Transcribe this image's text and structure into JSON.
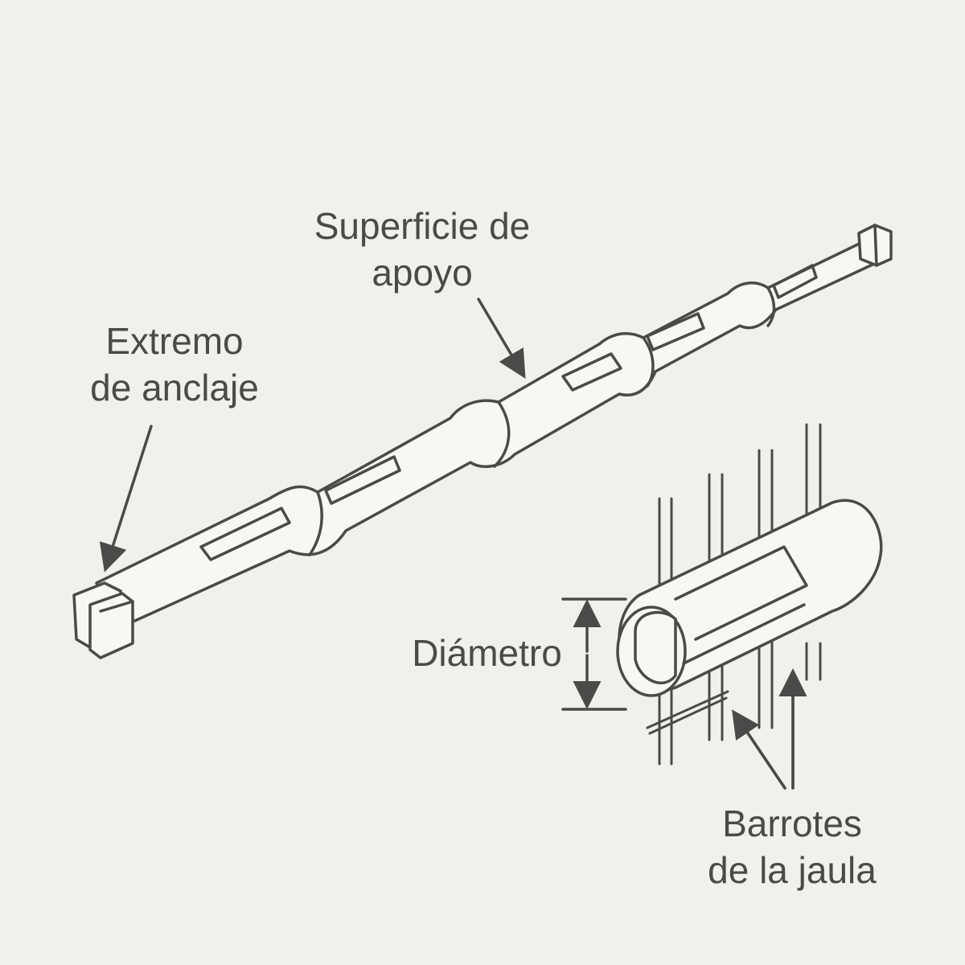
{
  "labels": {
    "support_surface": [
      "Superficie de",
      "apoyo"
    ],
    "anchor_end": [
      "Extremo",
      "de anclaje"
    ],
    "diameter": "Diámetro",
    "cage_bars": [
      "Barrotes",
      "de la jaula"
    ]
  },
  "colors": {
    "background": "#f1f1ec",
    "line": "#4a4a48",
    "fill": "#f7f7f3"
  }
}
